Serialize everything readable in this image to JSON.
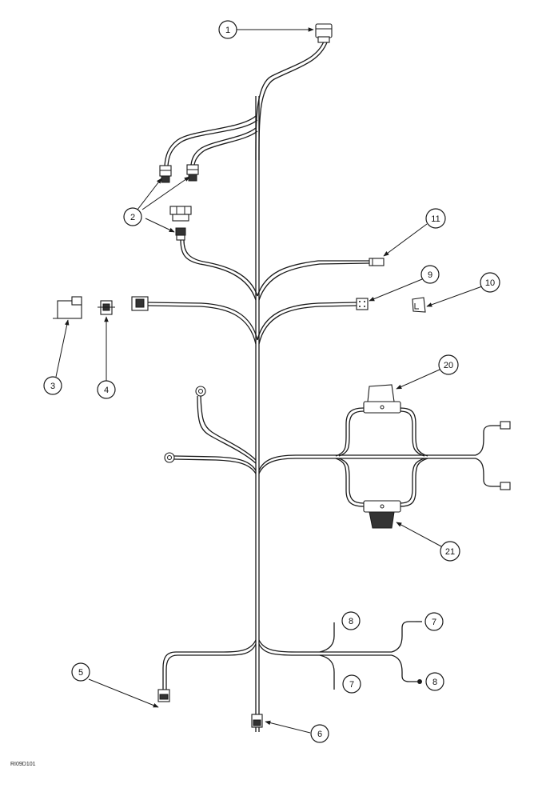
{
  "reference_code": "RI09D101",
  "callouts": {
    "c1": "1",
    "c2": "2",
    "c3": "3",
    "c4": "4",
    "c5": "5",
    "c6": "6",
    "c7a": "7",
    "c7b": "7",
    "c8a": "8",
    "c8b": "8",
    "c9": "9",
    "c10": "10",
    "c11": "11",
    "c20": "20",
    "c21": "21"
  }
}
